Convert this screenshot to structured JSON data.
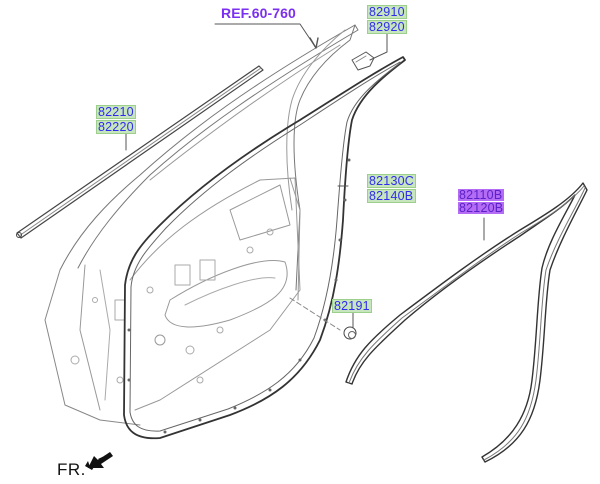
{
  "diagram": {
    "type": "exploded parts diagram",
    "subject": "front door weatherstrip assembly",
    "reference": {
      "label": "REF.60-760",
      "color": "#7b2ff0"
    },
    "direction_indicator": {
      "label": "FR."
    },
    "parts": [
      {
        "id": "belt-outside",
        "codes": [
          "82210",
          "82220"
        ],
        "style": "green"
      },
      {
        "id": "mirror-patch",
        "codes": [
          "82910",
          "82920"
        ],
        "style": "green"
      },
      {
        "id": "door-side-weatherstrip",
        "codes": [
          "82130C",
          "82140B"
        ],
        "style": "green"
      },
      {
        "id": "body-side-weatherstrip",
        "codes": [
          "82110B",
          "82120B"
        ],
        "style": "purple"
      },
      {
        "id": "plug",
        "codes": [
          "82191"
        ],
        "style": "green"
      }
    ],
    "colors": {
      "label_text": "#2f2cf0",
      "label_bg_green": "#c8e6bd",
      "label_bg_purple": "#b56cf5",
      "line": "#555555"
    }
  }
}
